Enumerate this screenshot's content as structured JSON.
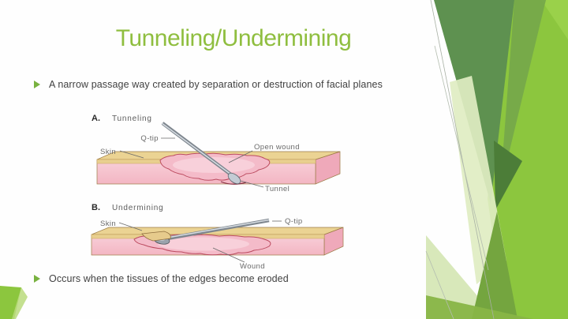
{
  "slide": {
    "title": "Tunneling/Undermining",
    "bullet1": "A narrow passage way created by separation or destruction of facial planes",
    "bullet2": "Occurs when the tissues of the edges become eroded"
  },
  "figure": {
    "panel_a": {
      "label": "A.",
      "title": "Tunneling",
      "label_qtip": "Q-tip",
      "label_skin": "Skin",
      "label_open_wound": "Open wound",
      "label_tunnel": "Tunnel"
    },
    "panel_b": {
      "label": "B.",
      "title": "Undermining",
      "label_skin": "Skin",
      "label_qtip": "Q-tip",
      "label_wound": "Wound"
    }
  },
  "colors": {
    "accent_green": "#8CC63E",
    "title_green": "#8FBE3F",
    "bullet_marker_green": "#79B240",
    "skin_tan": "#EBD393",
    "dermis_pink": "#F6C8D2",
    "wound_pink": "#F4BBC9",
    "qtip_gray": "#7E868E"
  }
}
